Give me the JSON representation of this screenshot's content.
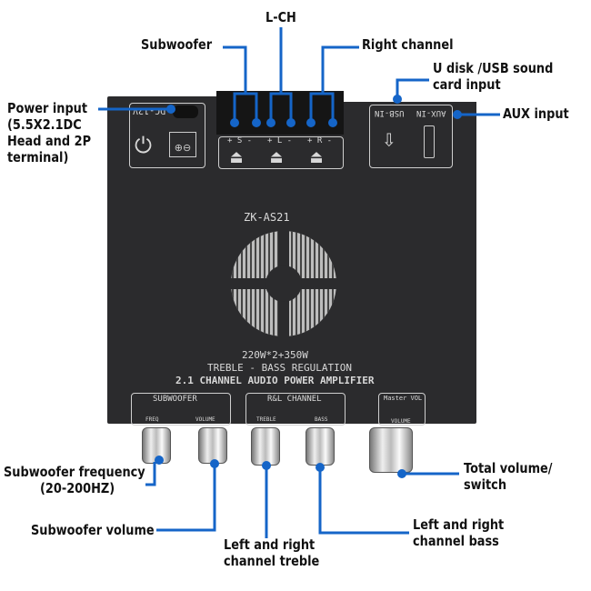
{
  "labels": {
    "lch": "L-CH",
    "subwoofer": "Subwoofer",
    "right_channel": "Right channel",
    "udisk": "U disk /USB sound",
    "udisk2": "card input",
    "aux": "AUX input",
    "power": [
      "Power input",
      "(5.5X2.1DC",
      "Head and 2P",
      "terminal)"
    ],
    "sub_freq": "Subwoofer frequency",
    "sub_freq_range": "(20-200HZ)",
    "sub_volume": "Subwoofer volume",
    "treble": [
      "Left and right",
      "channel treble"
    ],
    "bass": [
      "Left and right",
      "channel bass"
    ],
    "total": [
      "Total volume/",
      "switch"
    ]
  },
  "board": {
    "model": "ZK-AS21",
    "power_rating": "220W*2+350W",
    "line2": "TREBLE - BASS REGULATION",
    "line3": "2.1 CHANNEL AUDIO POWER AMPLIFIER",
    "dc_label": "DC-12V",
    "usb_label": "USB-IN",
    "aux_label": "AUX-IN",
    "terminals": [
      "+ S -",
      "+ L -",
      "+ R -"
    ],
    "sub_group": "SUBWOOFER",
    "sub_freq": "FREQ",
    "sub_vol": "VOLUME",
    "rl_group": "R&L CHANNEL",
    "treble": "TREBLE",
    "bass": "BASS",
    "master": "Master VOL",
    "master_vol": "VOLUME"
  },
  "colors": {
    "accent": "#1565c8",
    "board": "#2b2b2d"
  }
}
